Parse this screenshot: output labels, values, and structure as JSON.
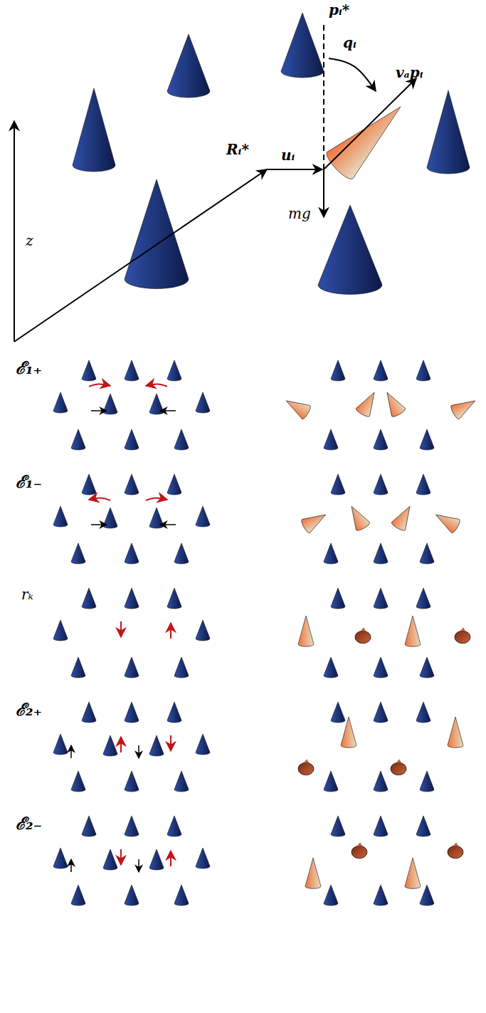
{
  "diagram": {
    "labels": [
      "pᵢ*",
      "qᵢ",
      "vₐpᵢ",
      "Rᵢ*",
      "uᵢ",
      "mg",
      "z",
      "ℰ₁₊",
      "ℰ₁₋",
      "rₖ",
      "ℰ₂₊",
      "ℰ₂₋"
    ]
  }
}
